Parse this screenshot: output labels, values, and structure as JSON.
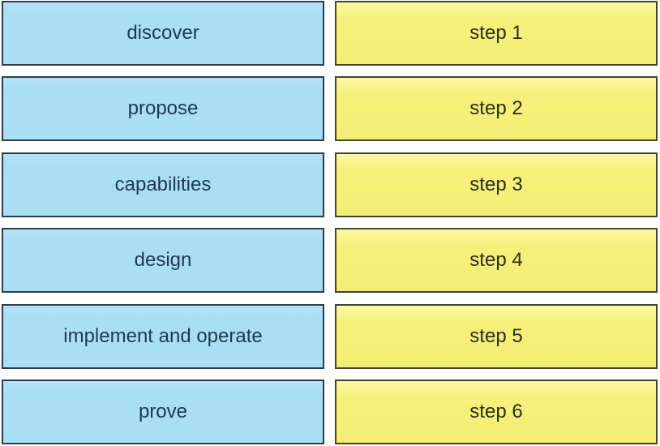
{
  "exercise": {
    "kind": "drag-and-drop-ordering",
    "source_column": {
      "items": [
        {
          "label": "discover"
        },
        {
          "label": "propose"
        },
        {
          "label": "capabilities"
        },
        {
          "label": "design"
        },
        {
          "label": "implement and operate"
        },
        {
          "label": "prove"
        }
      ]
    },
    "target_column": {
      "items": [
        {
          "label": "step 1"
        },
        {
          "label": "step 2"
        },
        {
          "label": "step 3"
        },
        {
          "label": "step 4"
        },
        {
          "label": "step 5"
        },
        {
          "label": "step 6"
        }
      ]
    }
  },
  "colors": {
    "source_fill": "#a9def5",
    "source_border": "#2d3e4a",
    "source_text": "#1c3b4e",
    "target_fill": "#f6f17b",
    "target_fill_highlight": "#fbf8a2",
    "target_border": "#45452e",
    "target_text": "#2e2d1c",
    "background": "#ffffff"
  }
}
